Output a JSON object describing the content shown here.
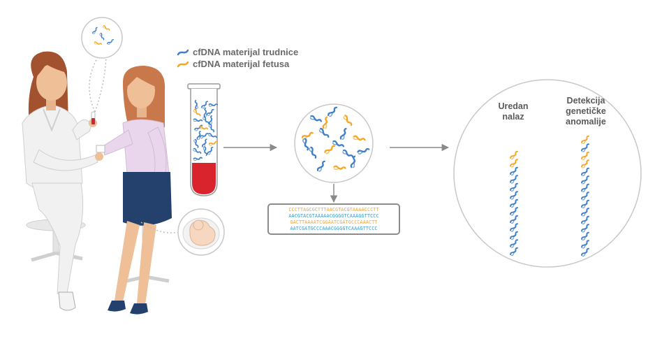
{
  "legend": [
    {
      "label": "cfDNA materijal trudnice",
      "color": "#3f7fc8",
      "icon": "dna-fragment-blue-icon"
    },
    {
      "label": "cfDNA materijal fetusa",
      "color": "#f5a623",
      "icon": "dna-fragment-orange-icon"
    }
  ],
  "sequences": [
    {
      "text": "CCCTTAGCGCTTTAACGTACGTAAAACCCTT",
      "color": "#f0a334"
    },
    {
      "text": "AACGTACGTAAAAACGGGGTCAAAGGTTCCC",
      "color": "#2f9ad6"
    },
    {
      "text": "GACTTAAAATCGGAATCGATGCCCAAACTT",
      "color": "#f0a334"
    },
    {
      "text": "AATCGATGCCCAAACGGGGTCAAAGTTCCC",
      "color": "#2f9ad6"
    }
  ],
  "results": {
    "normal": {
      "label": "Uredan\nnalaz"
    },
    "anomaly": {
      "label": "Detekcija\ngenetičke\nanomalije"
    }
  },
  "colors": {
    "maternal": "#3f7fc8",
    "fetal": "#f5a623",
    "blood": "#d9232d",
    "arrow": "#8a8a8a",
    "circle_border": "#c8c8c8"
  }
}
